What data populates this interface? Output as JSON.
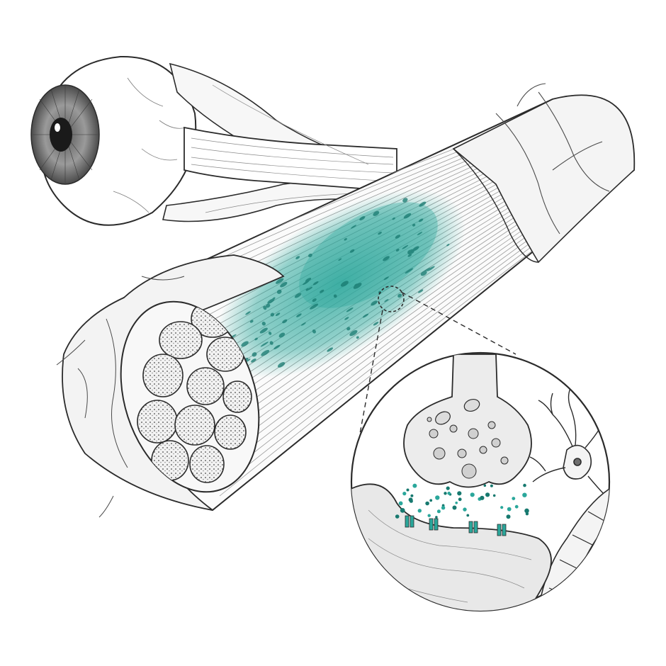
{
  "image": {
    "style": "pen-and-ink anatomical engraving with teal highlight",
    "ink_color": "#2b2b2b",
    "shade_color": "#6e6e6e",
    "paper_color": "#ffffff",
    "highlight_color": "#2aa79b",
    "highlight_dark_color": "#17796f"
  },
  "parts": {
    "eyeball": {
      "icon": "eyeball-icon"
    },
    "optic_nerve": {
      "icon": "nerve-bundle-icon"
    },
    "nerve_cross_section": {
      "fascicle_count": 11
    },
    "teal_lesion": {
      "icon": "demyelination-patch-icon"
    },
    "zoom_marker": {
      "icon": "dashed-circle-marker"
    },
    "synapse_inset": {
      "icon": "synapse-icon",
      "receptor_count": 4
    },
    "neuron": {
      "icon": "neuron-icon"
    }
  }
}
